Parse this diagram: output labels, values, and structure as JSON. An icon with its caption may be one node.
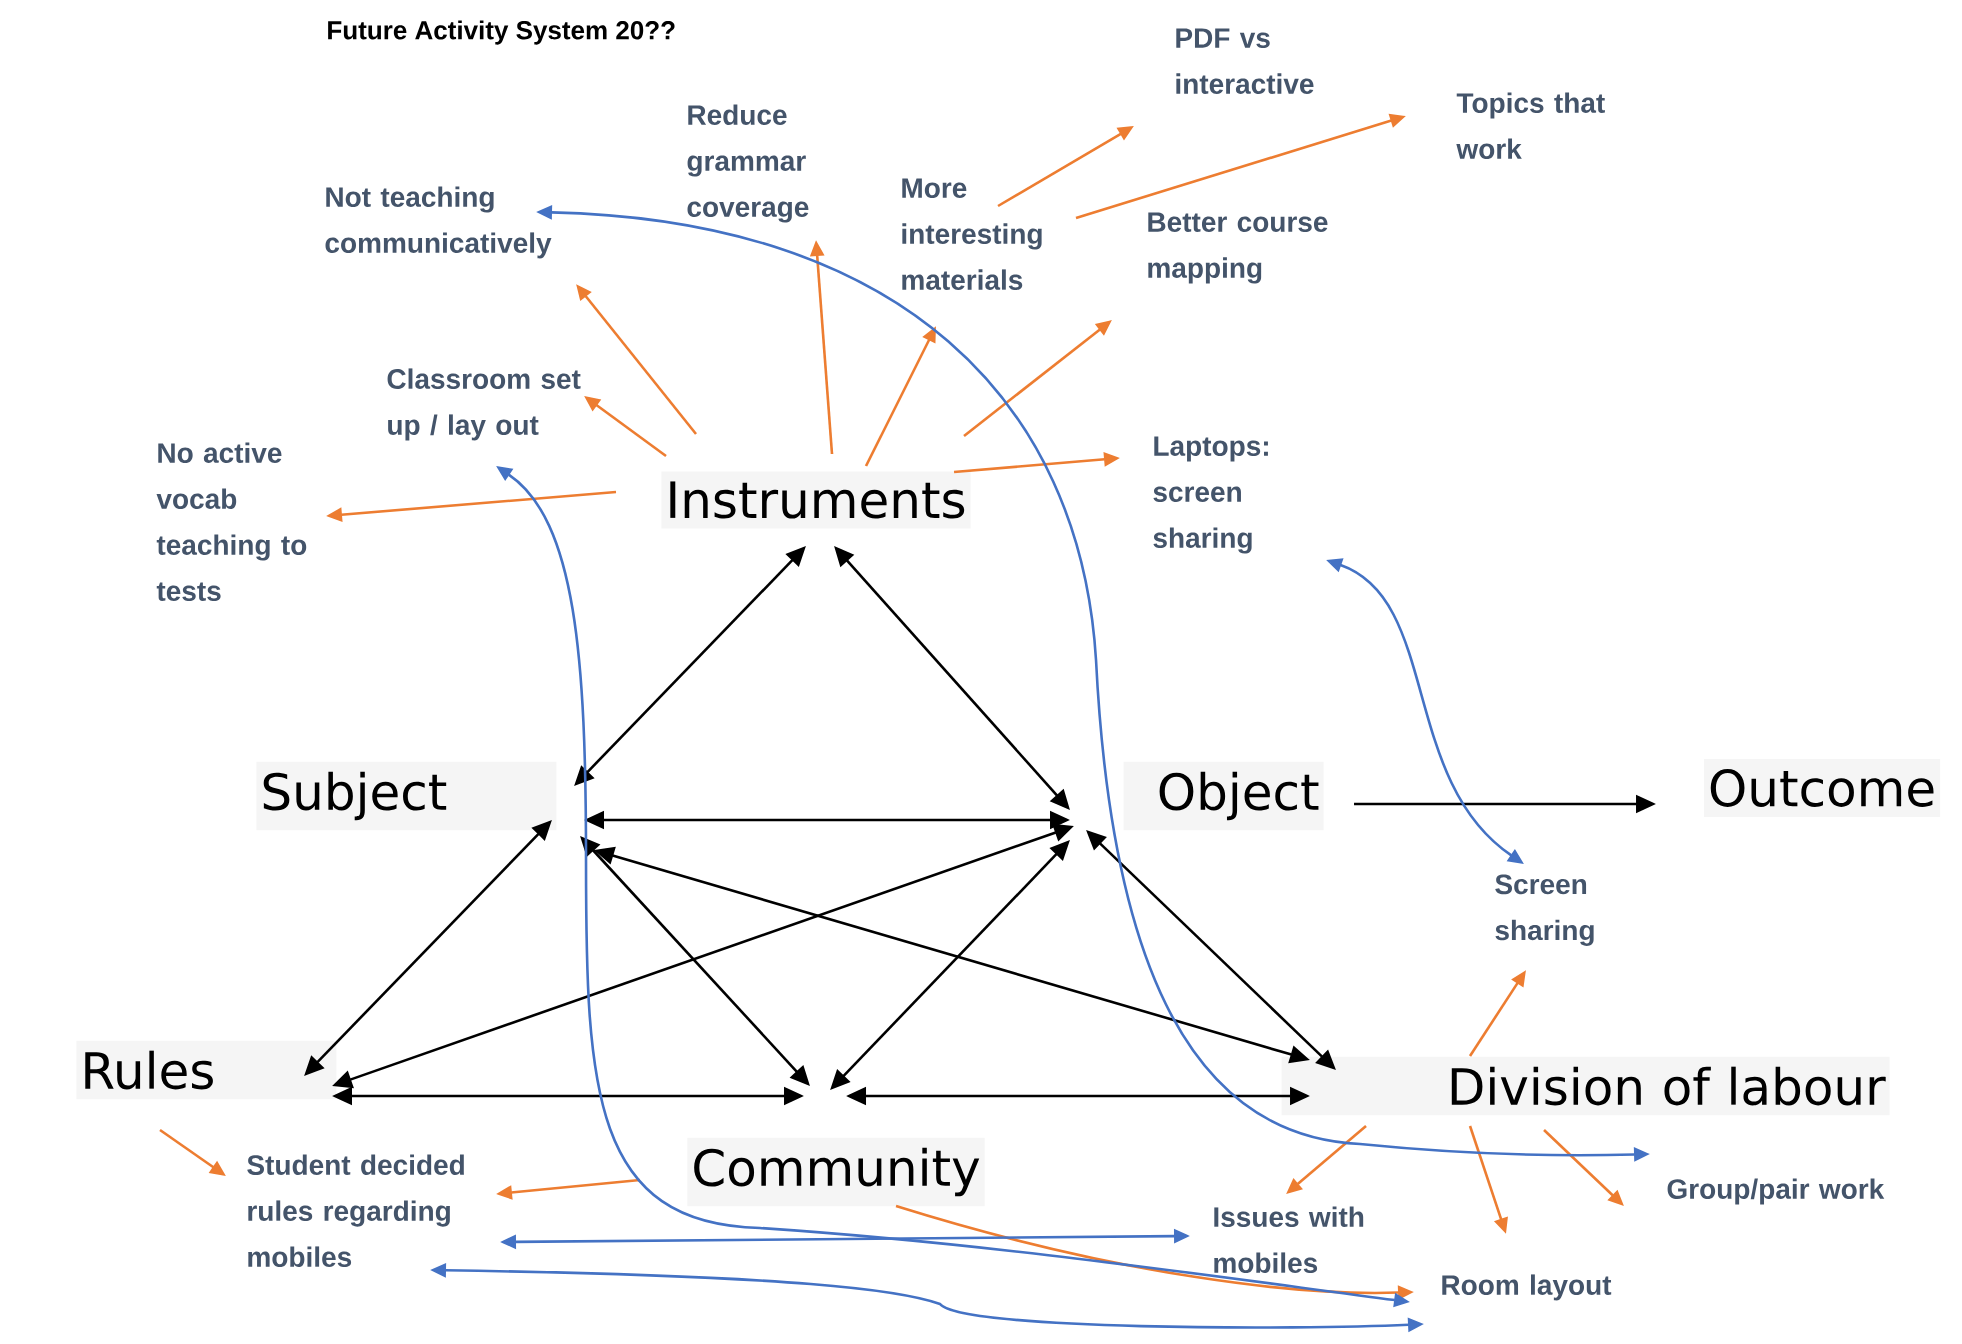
{
  "diagram": {
    "title": "Future Activity System 20??",
    "nodes": [
      {
        "text": [
          "Instruments"
        ]
      },
      {
        "text": [
          "Subject"
        ]
      },
      {
        "text": [
          "Object"
        ]
      },
      {
        "text": [
          "Outcome"
        ]
      },
      {
        "text": [
          "Rules"
        ]
      },
      {
        "text": [
          "Community"
        ]
      },
      {
        "text": [
          "Division of labour"
        ]
      },
      {
        "text": [
          "Not teaching communicatively"
        ]
      },
      {
        "text": [
          "Reduce grammar coverage"
        ]
      },
      {
        "text": [
          "More interesting materials"
        ]
      },
      {
        "text": [
          "PDF vs interactive"
        ]
      },
      {
        "text": [
          "Topics that work"
        ]
      },
      {
        "text": [
          "Better course mapping"
        ]
      },
      {
        "text": [
          "Classroom set up / lay out"
        ]
      },
      {
        "text": [
          "No active vocab teaching to tests"
        ]
      },
      {
        "text": [
          "Laptops: screen sharing"
        ]
      },
      {
        "text": [
          "Screen sharing"
        ]
      },
      {
        "text": [
          "Student decided rules regarding mobiles"
        ]
      },
      {
        "text": [
          "Issues with mobiles"
        ]
      },
      {
        "text": [
          "Room layout"
        ]
      },
      {
        "text": [
          "Group/pair work"
        ]
      }
    ],
    "edges": [
      {
        "from": 0,
        "to": 1,
        "arrow": "both",
        "color": "#000000"
      },
      {
        "from": 0,
        "to": 2,
        "arrow": "both",
        "color": "#000000"
      },
      {
        "from": 1,
        "to": 2,
        "arrow": "both",
        "color": "#000000"
      },
      {
        "from": 1,
        "to": 4,
        "arrow": "both",
        "color": "#000000"
      },
      {
        "from": 1,
        "to": 5,
        "arrow": "both",
        "color": "#000000"
      },
      {
        "from": 1,
        "to": 6,
        "arrow": "both",
        "color": "#000000"
      },
      {
        "from": 2,
        "to": 4,
        "arrow": "both",
        "color": "#000000"
      },
      {
        "from": 2,
        "to": 5,
        "arrow": "both",
        "color": "#000000"
      },
      {
        "from": 2,
        "to": 6,
        "arrow": "both",
        "color": "#000000"
      },
      {
        "from": 4,
        "to": 5,
        "arrow": "both",
        "color": "#000000"
      },
      {
        "from": 5,
        "to": 6,
        "arrow": "both",
        "color": "#000000"
      },
      {
        "from": 2,
        "to": 3,
        "arrow": "to",
        "color": "#000000"
      },
      {
        "from": 0,
        "to": 14,
        "arrow": "to",
        "color": "#ed7d31"
      },
      {
        "from": 0,
        "to": 13,
        "arrow": "to",
        "color": "#ed7d31"
      },
      {
        "from": 0,
        "to": 7,
        "arrow": "to",
        "color": "#ed7d31"
      },
      {
        "from": 0,
        "to": 8,
        "arrow": "to",
        "color": "#ed7d31"
      },
      {
        "from": 0,
        "to": 9,
        "arrow": "to",
        "color": "#ed7d31"
      },
      {
        "from": 0,
        "to": 12,
        "arrow": "to",
        "color": "#ed7d31"
      },
      {
        "from": 0,
        "to": 15,
        "arrow": "to",
        "color": "#ed7d31"
      },
      {
        "from": 9,
        "to": 10,
        "arrow": "to",
        "color": "#ed7d31"
      },
      {
        "from": 9,
        "to": 11,
        "arrow": "to",
        "color": "#ed7d31"
      },
      {
        "from": 4,
        "to": 17,
        "arrow": "to",
        "color": "#ed7d31"
      },
      {
        "from": 5,
        "to": 17,
        "arrow": "to",
        "color": "#ed7d31"
      },
      {
        "from": 5,
        "to": 19,
        "arrow": "to",
        "color": "#ed7d31"
      },
      {
        "from": 6,
        "to": 16,
        "arrow": "to",
        "color": "#ed7d31"
      },
      {
        "from": 6,
        "to": 18,
        "arrow": "to",
        "color": "#ed7d31"
      },
      {
        "from": 6,
        "to": 19,
        "arrow": "to",
        "color": "#ed7d31"
      },
      {
        "from": 6,
        "to": 20,
        "arrow": "to",
        "color": "#ed7d31"
      },
      {
        "from": 7,
        "to": 20,
        "arrow": "both",
        "color": "#4472c4"
      },
      {
        "from": 13,
        "to": 19,
        "arrow": "both",
        "color": "#4472c4"
      },
      {
        "from": 15,
        "to": 16,
        "arrow": "both",
        "color": "#4472c4"
      },
      {
        "from": 17,
        "to": 18,
        "arrow": "both",
        "color": "#4472c4"
      },
      {
        "from": 17,
        "to": 19,
        "arrow": "both",
        "color": "#4472c4"
      }
    ]
  }
}
